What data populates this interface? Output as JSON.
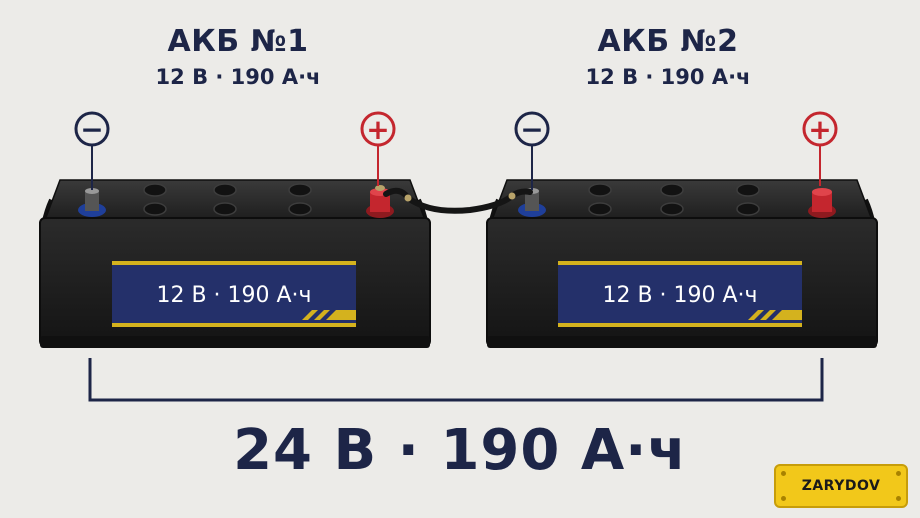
{
  "battery1": {
    "title": "АКБ №1",
    "spec": "12 В · 190 А·ч",
    "label": "12 В · 190 А·ч"
  },
  "battery2": {
    "title": "АКБ №2",
    "spec": "12 В · 190 А·ч",
    "label": "12 В · 190 А·ч"
  },
  "terminals": {
    "negative": "−",
    "positive": "+"
  },
  "total": "24 В · 190 А·ч",
  "brand": "ZARYDOV",
  "colors": {
    "navy": "#1d2547",
    "negative": "#1d2547",
    "positive": "#c4262e",
    "battery_body": "#1c1c1c",
    "label_bg": "#24306a",
    "label_stripe": "#d4b21e",
    "brand_bg": "#f2c81a"
  }
}
